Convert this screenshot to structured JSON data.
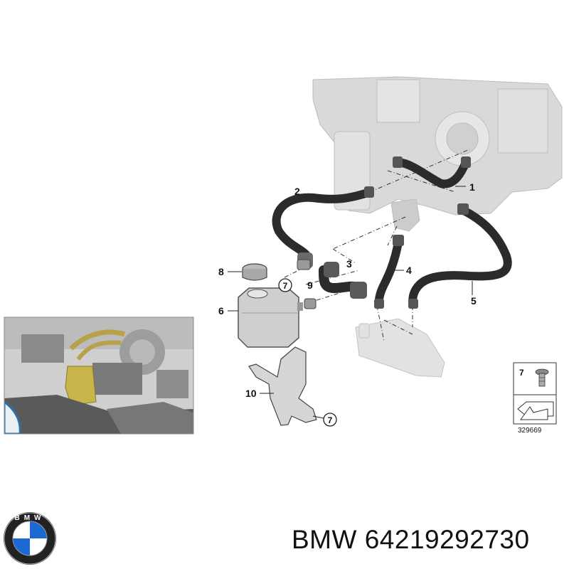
{
  "callouts": {
    "c1": "1",
    "c2": "2",
    "c3": "3",
    "c4": "4",
    "c5": "5",
    "c6": "6",
    "c7": "7",
    "c8": "8",
    "c9": "9",
    "c10": "10",
    "c7_circle_a": "7",
    "c7_circle_b": "7"
  },
  "legend_box": {
    "item_number": "7",
    "drawing_number": "329669"
  },
  "logo_ring_text": "BMW",
  "footer": {
    "brand": "BMW",
    "part_number": "64219292730"
  },
  "colors": {
    "hose": "#2b2b2b",
    "ghost": "#cfcfcf",
    "bmw_blue": "#1c69d4"
  }
}
